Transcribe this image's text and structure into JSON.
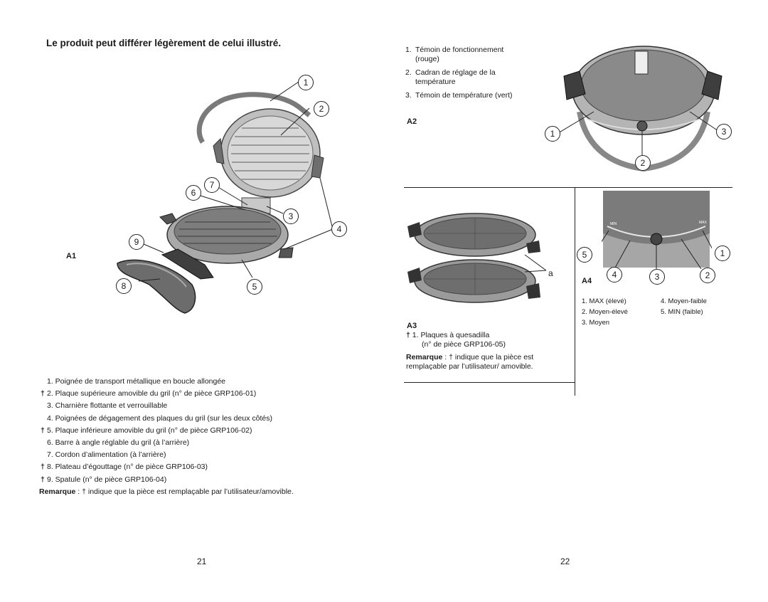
{
  "left_page": {
    "title": "Le produit peut différer légèrement de celui illustré.",
    "figure_label": "A1",
    "callouts": [
      "1",
      "2",
      "3",
      "4",
      "5",
      "6",
      "7",
      "8",
      "9"
    ],
    "parts": [
      {
        "dagger": "",
        "text": "1. Poignée de transport métallique en boucle allongée"
      },
      {
        "dagger": "†",
        "text": "2. Plaque supérieure amovible du gril (n° de pièce GRP106-01)"
      },
      {
        "dagger": "",
        "text": "3. Charnière flottante et verrouillable"
      },
      {
        "dagger": "",
        "text": "4. Poignées de dégagement des plaques du gril (sur les deux côtés)"
      },
      {
        "dagger": "†",
        "text": "5. Plaque inférieure amovible du gril (n° de pièce GRP106-02)"
      },
      {
        "dagger": "",
        "text": "6. Barre à angle réglable du gril (à l’arrière)"
      },
      {
        "dagger": "",
        "text": "7. Cordon d’alimentation (à l’arrière)"
      },
      {
        "dagger": "†",
        "text": "8. Plateau d’égouttage (n° de pièce GRP106-03)"
      },
      {
        "dagger": "†",
        "text": "9. Spatule (n° de pièce GRP106-04)"
      }
    ],
    "note_label": "Remarque",
    "note_text": " : † indique que la pièce est remplaçable par l’utilisateur/amovible.",
    "page_number": "21"
  },
  "right_page": {
    "a2_items": [
      {
        "num": "1.",
        "text": "Témoin de fonctionnement (rouge)"
      },
      {
        "num": "2.",
        "text": "Cadran de réglage de la température"
      },
      {
        "num": "3.",
        "text": "Témoin de température (vert)"
      }
    ],
    "a2_label": "A2",
    "a2_callouts": [
      "1",
      "2",
      "3"
    ],
    "a3_label": "A3",
    "a3_letter": "a",
    "a3_item_dagger": "†",
    "a3_item_text": "1. Plaques à quesadilla",
    "a3_item_part": "(n° de pièce GRP106-05)",
    "a3_note_label": "Remarque",
    "a3_note_text": " : † indique que la pièce est remplaçable par l’utilisateur/ amovible.",
    "a4_label": "A4",
    "a4_callouts": [
      "5",
      "4",
      "3",
      "2",
      "1"
    ],
    "a4_dial_min": "MIN",
    "a4_dial_max": "MAX",
    "a4_settings_left": [
      "1. MAX (élevé)",
      "2. Moyen-élevé",
      "3. Moyen"
    ],
    "a4_settings_right": [
      "4. Moyen-faible",
      "5. MIN (faible)"
    ],
    "page_number": "22"
  }
}
